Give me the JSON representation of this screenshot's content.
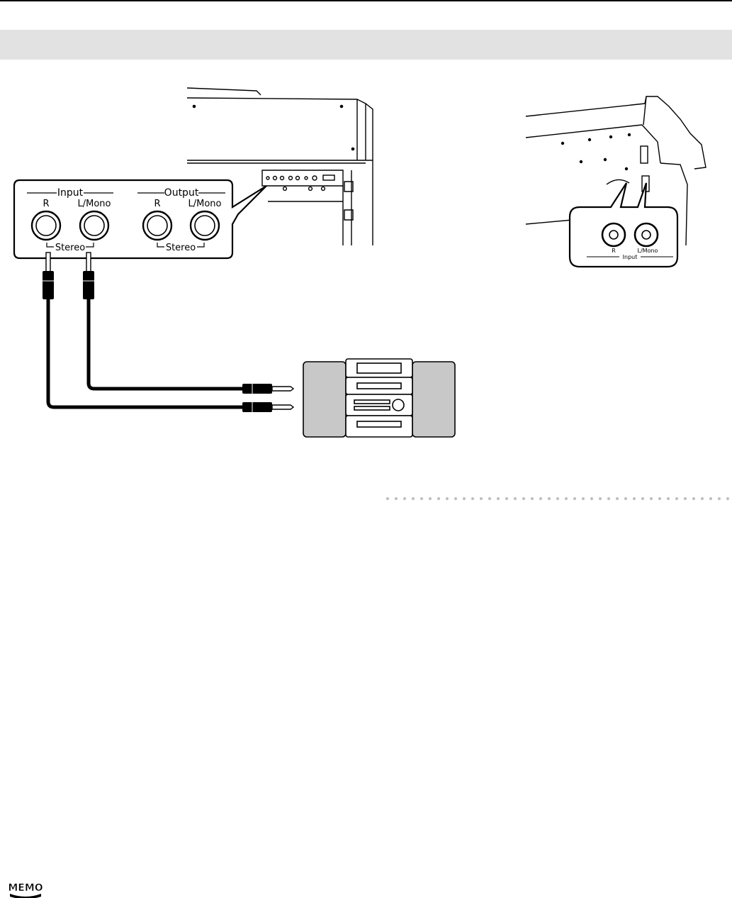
{
  "panel": {
    "input_header": "Input",
    "output_header": "Output",
    "input_r": "R",
    "input_lmono": "L/Mono",
    "output_r": "R",
    "output_lmono": "L/Mono",
    "input_stereo": "Stereo",
    "output_stereo": "Stereo"
  },
  "inset": {
    "r": "R",
    "lmono": "L/Mono",
    "input": "Input"
  },
  "memo_label": "MEMO",
  "colors": {
    "section_bar": "#e2e2e2",
    "speaker_fill": "#c8c8c8",
    "ink": "#000000",
    "dots": "#bdbdbd"
  }
}
